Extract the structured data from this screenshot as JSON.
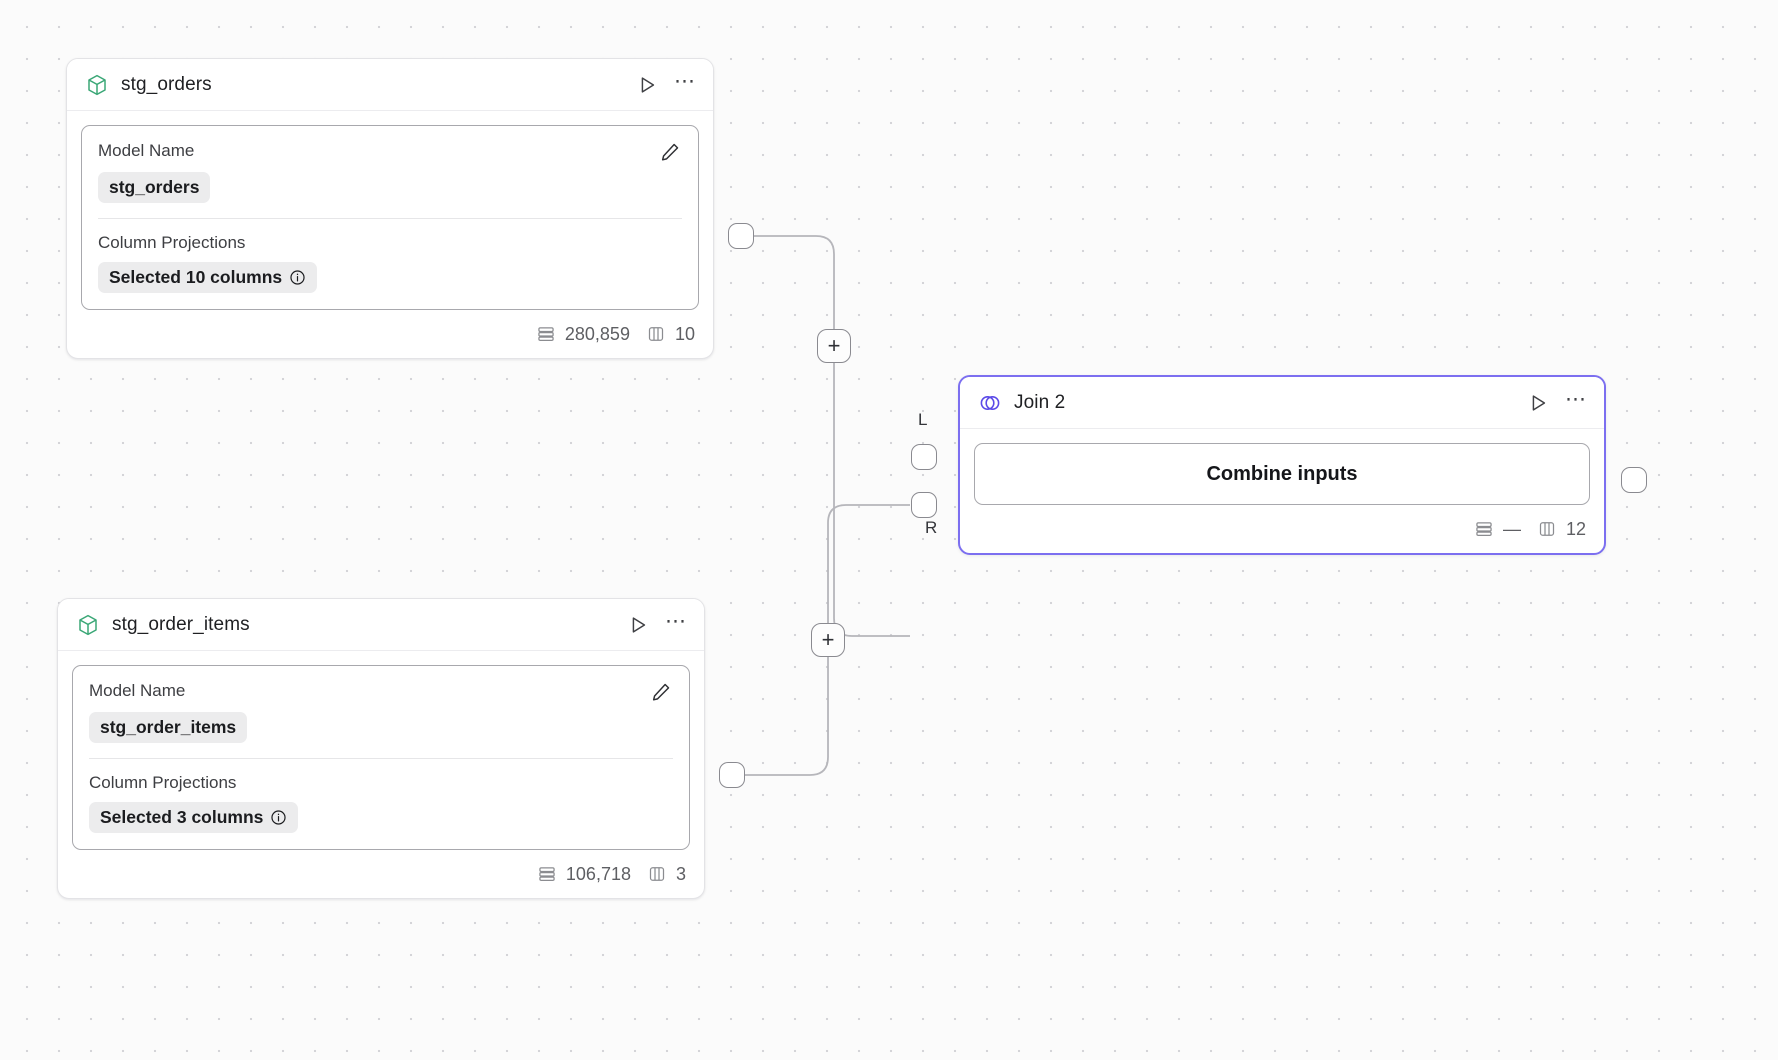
{
  "canvas": {
    "grid": true,
    "background": "#fbfbfb",
    "dot_color": "#d4d4d8",
    "accent": "#7c6ff0",
    "model_icon_color": "#3aa776"
  },
  "nodes": [
    {
      "id": "stg_orders",
      "type": "model",
      "title": "stg_orders",
      "icon": "cube-icon",
      "properties": {
        "model_name_label": "Model Name",
        "model_name_value": "stg_orders",
        "column_projections_label": "Column Projections",
        "column_projections_value": "Selected 10 columns"
      },
      "stats": {
        "rows": "280,859",
        "columns": "10"
      }
    },
    {
      "id": "stg_order_items",
      "type": "model",
      "title": "stg_order_items",
      "icon": "cube-icon",
      "properties": {
        "model_name_label": "Model Name",
        "model_name_value": "stg_order_items",
        "column_projections_label": "Column Projections",
        "column_projections_value": "Selected 3 columns"
      },
      "stats": {
        "rows": "106,718",
        "columns": "3"
      }
    },
    {
      "id": "join_2",
      "type": "join",
      "title": "Join 2",
      "icon": "venn-icon",
      "selected": true,
      "action_label": "Combine inputs",
      "input_labels": {
        "left": "L",
        "right": "R"
      },
      "stats": {
        "rows": "—",
        "columns": "12"
      }
    }
  ],
  "edges": [
    {
      "from": "stg_orders",
      "to": "join_2",
      "port": "L",
      "add_button": "+"
    },
    {
      "from": "stg_order_items",
      "to": "join_2",
      "port": "R",
      "add_button": "+"
    }
  ]
}
